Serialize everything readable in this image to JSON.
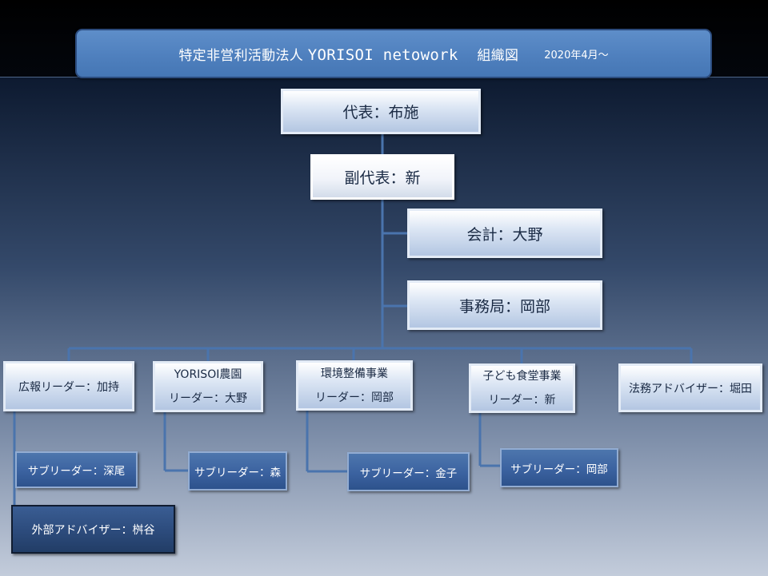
{
  "header": {
    "title_prefix": "特定非営利活動法人",
    "title_org": "YORISOI netowork",
    "title_suffix": "組織図",
    "date": "2020年4月〜"
  },
  "org": {
    "representative": "代表：布施",
    "vice_representative": "副代表：新",
    "accounting": "会計：大野",
    "secretariat": "事務局：岡部",
    "pr_leader": "広報リーダー：加持",
    "farm": {
      "line1": "YORISOI農園",
      "line2": "リーダー：大野"
    },
    "environment": {
      "line1": "環境整備事業",
      "line2": "リーダー：岡部"
    },
    "kids_cafeteria": {
      "line1": "子ども食堂事業",
      "line2": "リーダー：新"
    },
    "legal_advisor": "法務アドバイザー：堀田",
    "sub_pr": "サブリーダー：深尾",
    "external_advisor": "外部アドバイザー：桝谷",
    "sub_farm": "サブリーダー：森",
    "sub_environment": "サブリーダー：金子",
    "sub_kids": "サブリーダー：岡部"
  },
  "colors": {
    "header_fill": "#4f80be",
    "connector": "#4a74ad",
    "dark_box": "#3b62a0",
    "darker_box": "#2c4b7c"
  }
}
